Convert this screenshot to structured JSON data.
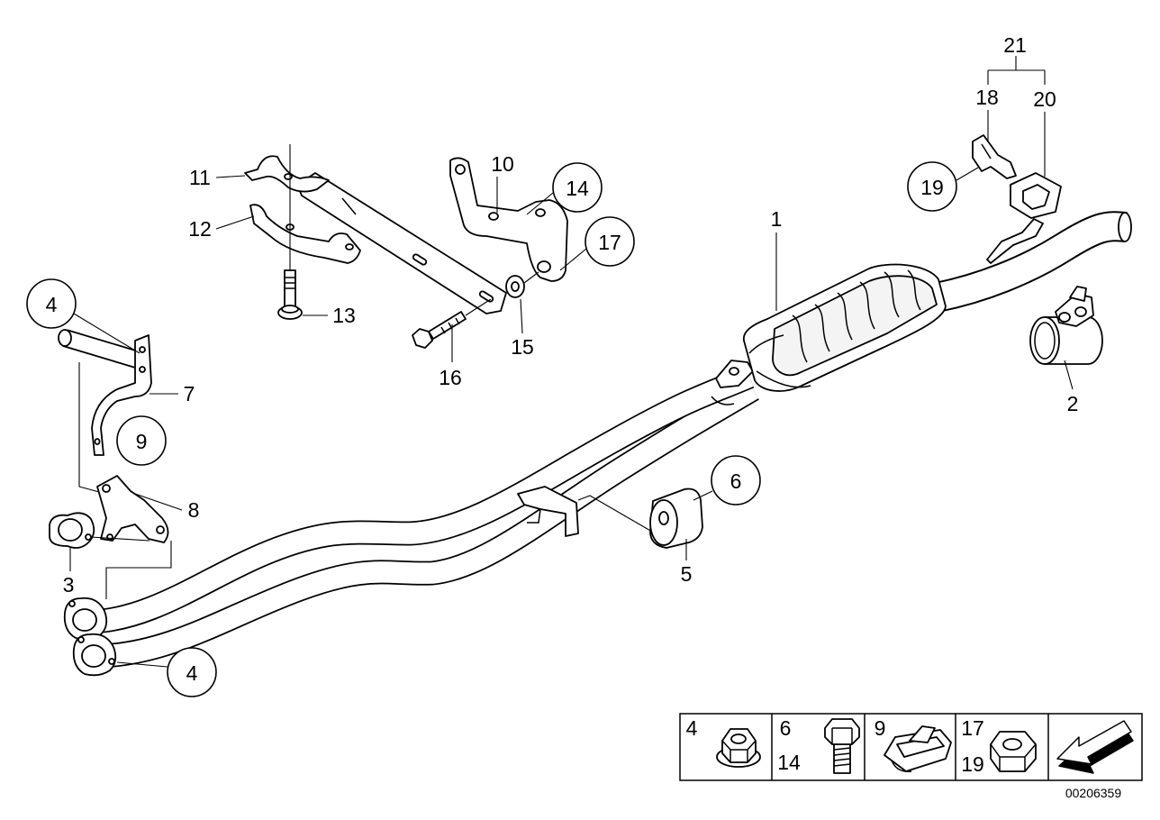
{
  "diagram_id": "00206359",
  "callouts": [
    "21",
    "18",
    "20",
    "19",
    "11",
    "12",
    "10",
    "14",
    "17",
    "1",
    "13",
    "4",
    "16",
    "15",
    "7",
    "9",
    "2",
    "6",
    "8",
    "5",
    "3",
    "4"
  ],
  "legend": [
    {
      "labels": [
        "4"
      ],
      "icon": "flange-nut-icon"
    },
    {
      "labels": [
        "6",
        "14"
      ],
      "icon": "hex-bolt-icon"
    },
    {
      "labels": [
        "9"
      ],
      "icon": "clip-nut-icon"
    },
    {
      "labels": [
        "17",
        "19"
      ],
      "icon": "hex-nut-icon"
    },
    {
      "labels": [],
      "icon": "direction-arrow-icon"
    }
  ],
  "colors": {
    "line": "#000000",
    "background": "#ffffff"
  }
}
